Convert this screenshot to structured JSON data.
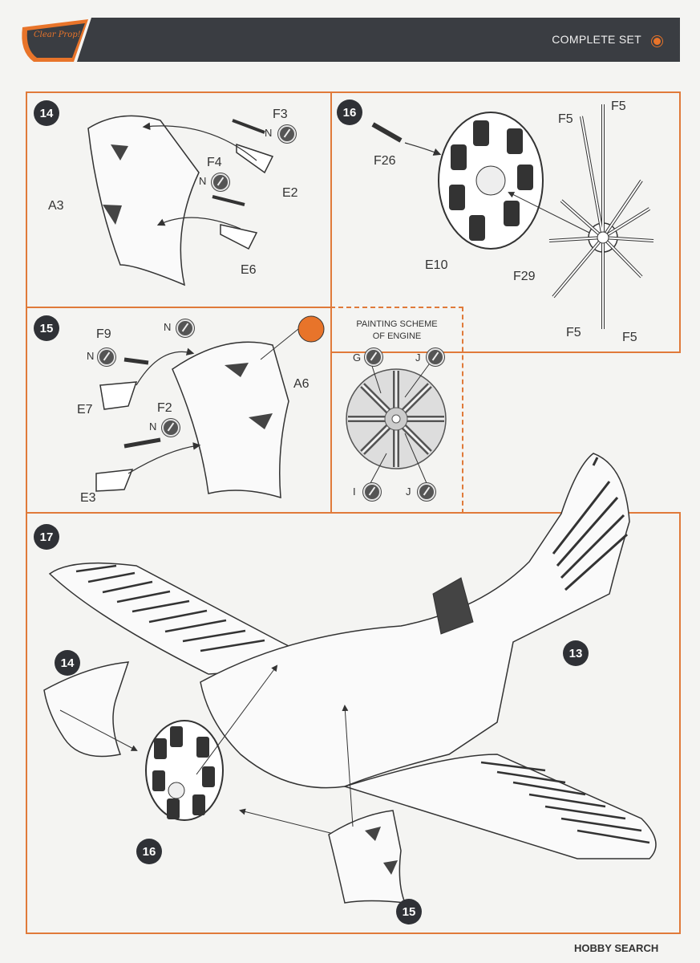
{
  "header": {
    "title": "COMPLETE SET",
    "logo_text": "Clear Prop!"
  },
  "steps": {
    "s14": {
      "number": "14",
      "labels": {
        "a3": "A3",
        "e6": "E6",
        "e2": "E2",
        "f3": "F3",
        "f4": "F4"
      }
    },
    "s16": {
      "number": "16",
      "labels": {
        "f26": "F26",
        "e10": "E10",
        "f29": "F29",
        "f5a": "F5",
        "f5b": "F5",
        "f5c": "F5",
        "f5d": "F5"
      }
    },
    "s15": {
      "number": "15",
      "labels": {
        "f9": "F9",
        "e7": "E7",
        "f2": "F2",
        "e3": "E3",
        "a6": "A6"
      }
    },
    "scheme": {
      "title_line1": "PAINTING SCHEME",
      "title_line2": "OF ENGINE",
      "g": "G",
      "j1": "J",
      "i": "I",
      "j2": "J"
    },
    "s17": {
      "number": "17",
      "ref14": "14",
      "ref13": "13",
      "ref16": "16",
      "ref15": "15"
    }
  },
  "paint_codes": {
    "n": "N"
  },
  "colors": {
    "accent": "#e07a3a",
    "header": "#3a3d42"
  },
  "footer": {
    "text": "HOBBY SEARCH"
  }
}
